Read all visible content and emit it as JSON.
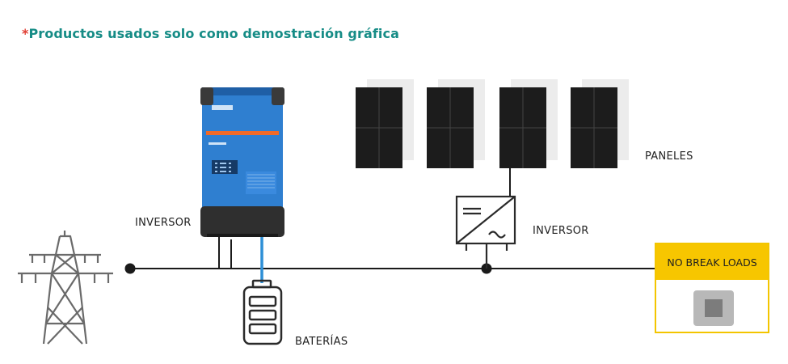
{
  "disclaimer": {
    "star": "*",
    "text": "Productos usados solo como demostración gráfica"
  },
  "labels": {
    "inverter_left": "INVERSOR",
    "inverter_right": "INVERSOR",
    "panels": "PANELES",
    "batteries": "BATERÍAS",
    "no_break_loads": "NO BREAK LOADS"
  },
  "colors": {
    "disclaimer": "#168c86",
    "asterisk": "#e03c31",
    "battery_cable": "#2d8fd6",
    "load_box_accent": "#f7c600",
    "inverter_body": "#2f7fd0",
    "inverter_band": "#f06a28"
  },
  "icons": [
    "power-tower-icon",
    "battery-icon",
    "inverter-symbol-icon",
    "load-outlet-icon"
  ]
}
